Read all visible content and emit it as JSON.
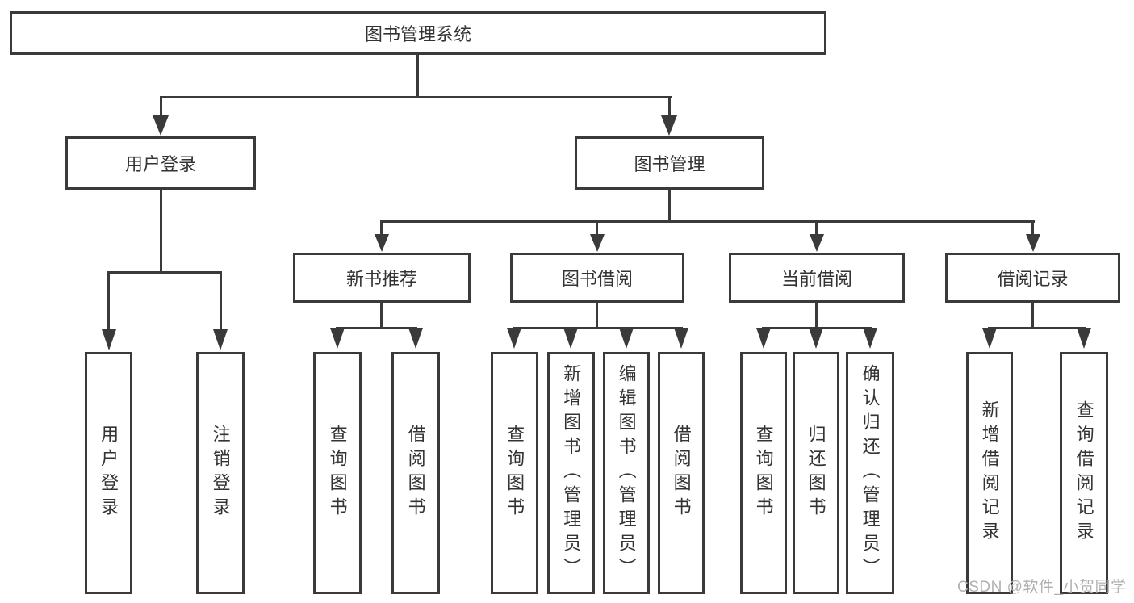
{
  "diagram": {
    "tree": {
      "label": "图书管理系统",
      "children": [
        {
          "label": "用户登录",
          "children": [
            {
              "label": "用户登录"
            },
            {
              "label": "注销登录"
            }
          ]
        },
        {
          "label": "图书管理",
          "children": [
            {
              "label": "新书推荐",
              "children": [
                {
                  "label": "查询图书"
                },
                {
                  "label": "借阅图书"
                }
              ]
            },
            {
              "label": "图书借阅",
              "children": [
                {
                  "label": "查询图书"
                },
                {
                  "label": "新增图书（管理员）"
                },
                {
                  "label": "编辑图书（管理员）"
                },
                {
                  "label": "借阅图书"
                }
              ]
            },
            {
              "label": "当前借阅",
              "children": [
                {
                  "label": "查询图书"
                },
                {
                  "label": "归还图书"
                },
                {
                  "label": "确认归还（管理员）"
                }
              ]
            },
            {
              "label": "借阅记录",
              "children": [
                {
                  "label": "新增借阅记录"
                },
                {
                  "label": "查询借阅记录"
                }
              ]
            }
          ]
        }
      ]
    },
    "colors": {
      "line": "#3a3a3a",
      "text": "#333333",
      "background": "#ffffff",
      "watermark": "#b0b0b0"
    }
  },
  "watermark": {
    "text": "CSDN @软件_小贺同学"
  }
}
